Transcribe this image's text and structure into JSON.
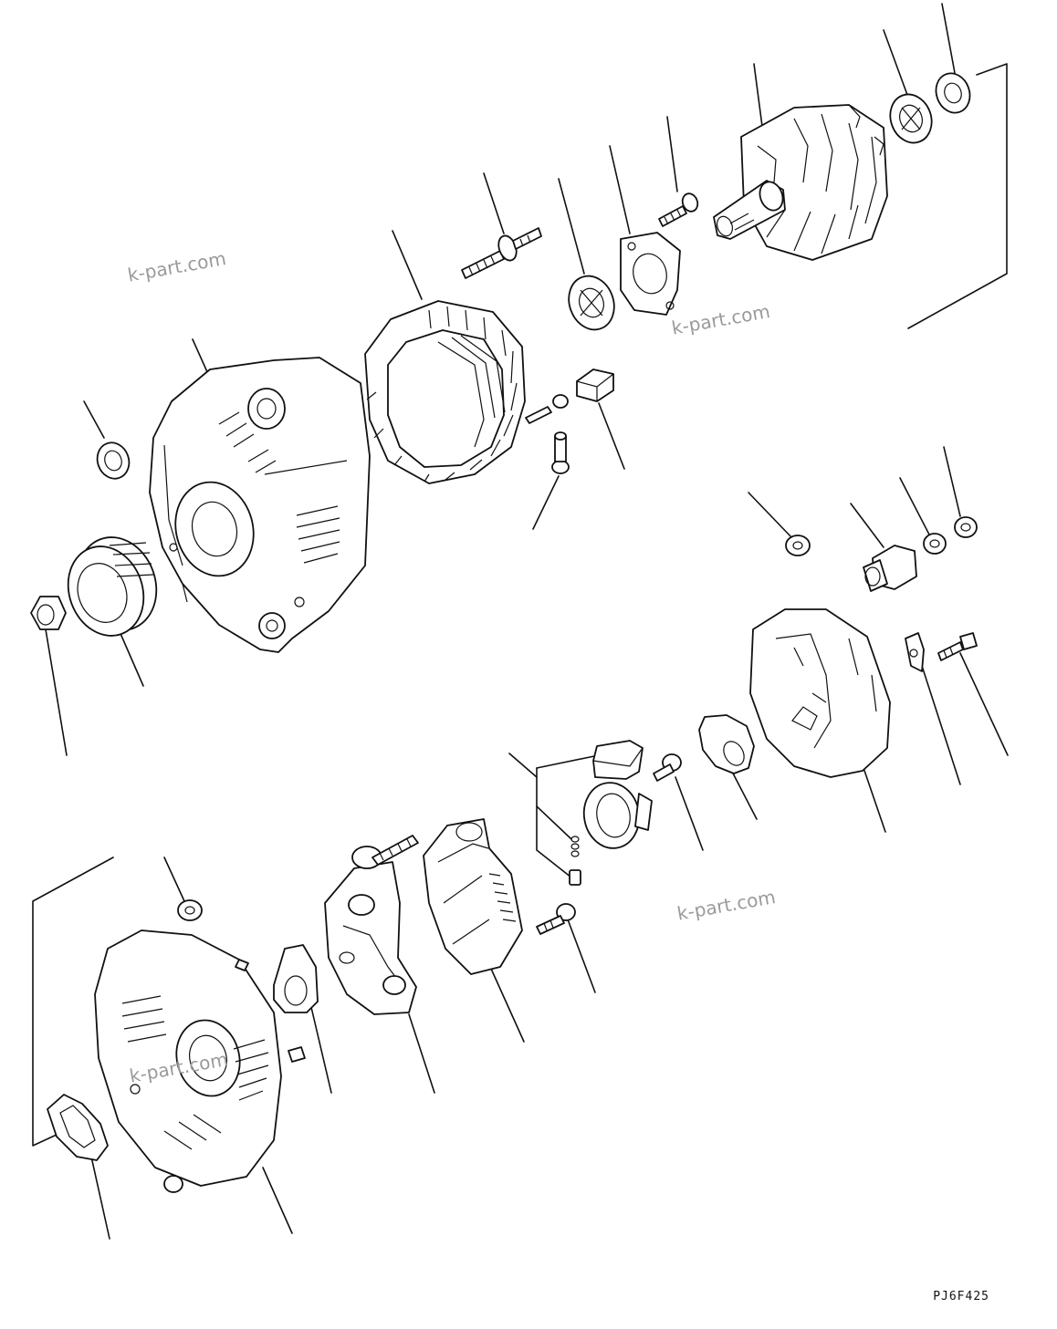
{
  "watermarks": [
    "k-part.com",
    "k-part.com",
    "k-part.com",
    "k-part.com"
  ],
  "drawing_code": "PJ6F425"
}
